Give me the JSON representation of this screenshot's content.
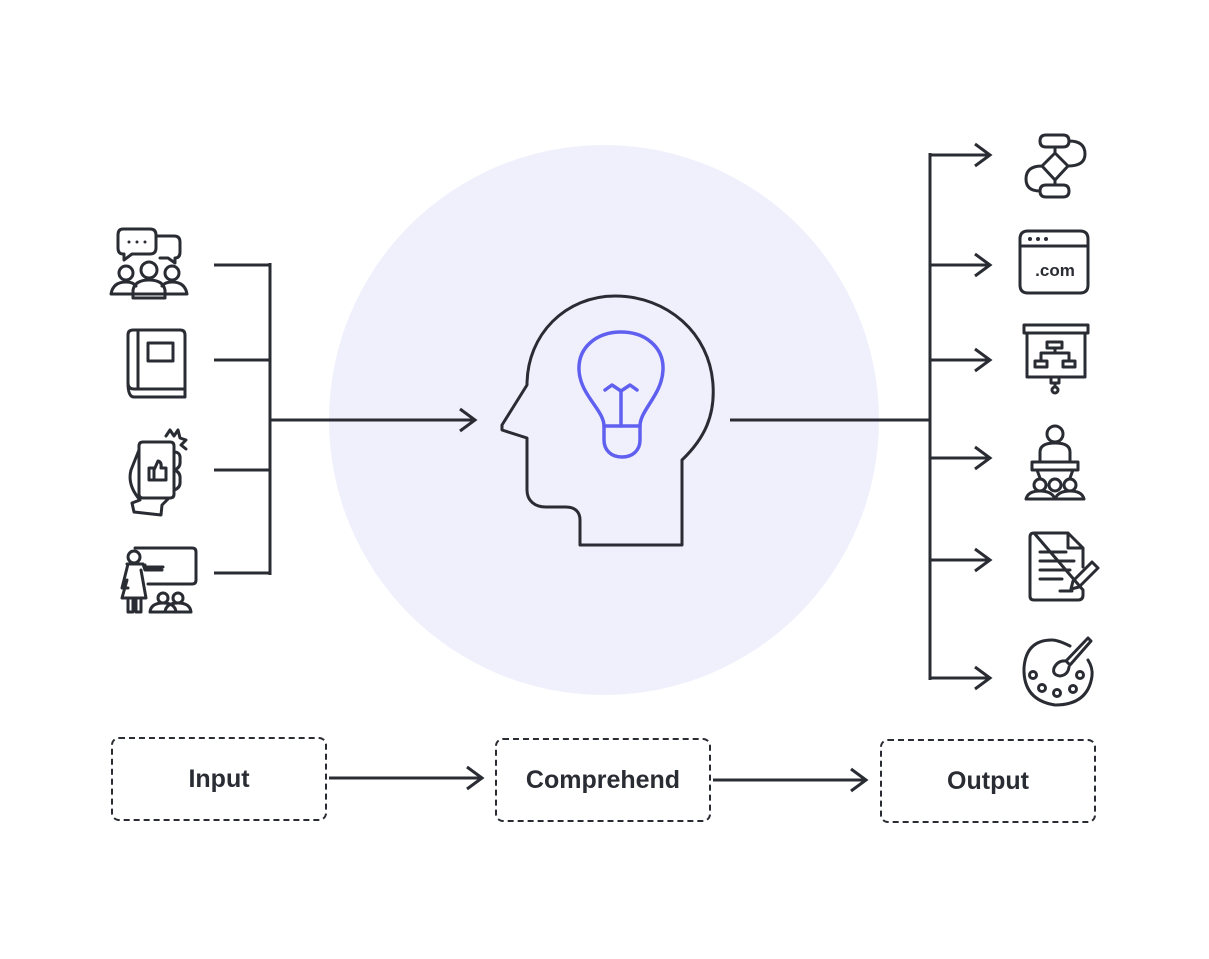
{
  "colors": {
    "stroke": "#2a2c33",
    "accent": "#6060f0",
    "circle": "#f0f0fc"
  },
  "inputs": [
    {
      "icon": "group-discussion-icon"
    },
    {
      "icon": "book-icon"
    },
    {
      "icon": "social-media-phone-icon"
    },
    {
      "icon": "teacher-class-icon"
    }
  ],
  "center": {
    "icon": "head-lightbulb-icon"
  },
  "outputs": [
    {
      "icon": "flowchart-icon"
    },
    {
      "icon": "website-icon",
      "text": ".com"
    },
    {
      "icon": "presentation-board-icon"
    },
    {
      "icon": "speaker-audience-icon"
    },
    {
      "icon": "document-writing-icon"
    },
    {
      "icon": "art-palette-icon"
    }
  ],
  "stages": {
    "input": "Input",
    "comprehend": "Comprehend",
    "output": "Output"
  }
}
